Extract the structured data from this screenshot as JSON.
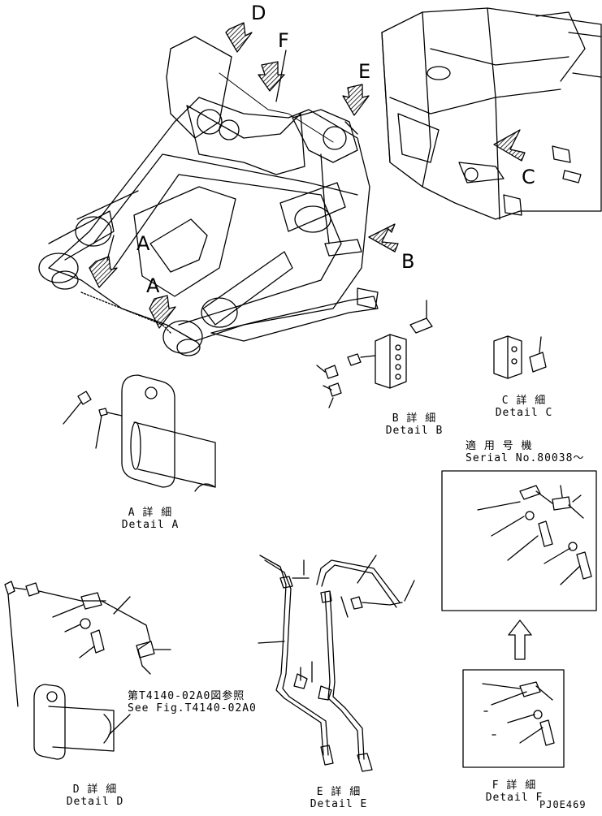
{
  "callouts": {
    "D": "D",
    "F": "F",
    "E": "E",
    "B": "B",
    "C": "C",
    "A1": "A",
    "A2": "A"
  },
  "detail_a": {
    "jp": "A 詳 細",
    "en": "Detail A"
  },
  "detail_b": {
    "jp": "B 詳 細",
    "en": "Detail B"
  },
  "detail_c": {
    "jp": "C 詳 細",
    "en": "Detail C"
  },
  "detail_d": {
    "jp": "D 詳 細",
    "en": "Detail D"
  },
  "detail_e": {
    "jp": "E 詳 細",
    "en": "Detail E"
  },
  "detail_f": {
    "jp": "F 詳 細",
    "en": "Detail F"
  },
  "serial": {
    "jp": "適 用 号 機",
    "en": "Serial No.80038～"
  },
  "see_fig": {
    "jp": "第T4140-02A0図参照",
    "en": "See Fig.T4140-02A0"
  },
  "drawing_code": "PJ0E469"
}
